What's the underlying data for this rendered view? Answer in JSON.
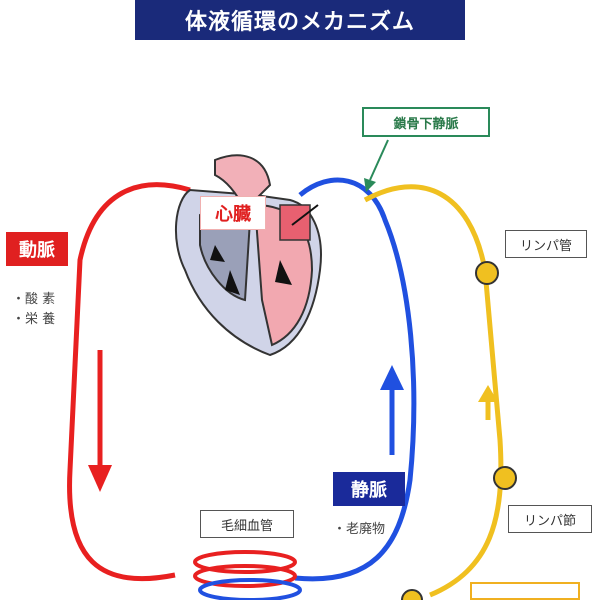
{
  "title": "体液循環のメカニズム",
  "labels": {
    "artery": "動脈",
    "vein": "静脈",
    "heart": "心臓",
    "subclavian_vein": "鎖骨下静脈",
    "lymph_vessel": "リンパ管",
    "lymph_node": "リンパ節",
    "capillary": "毛細血管"
  },
  "notes": {
    "artery_items": [
      "・酸 素",
      "・栄 養"
    ],
    "vein_items": [
      "・老廃物"
    ]
  },
  "colors": {
    "artery": "#e82020",
    "vein": "#2050e0",
    "lymph": "#f0c020",
    "title_bg": "#1a2a7a",
    "subclavian_border": "#2a8a5a"
  }
}
